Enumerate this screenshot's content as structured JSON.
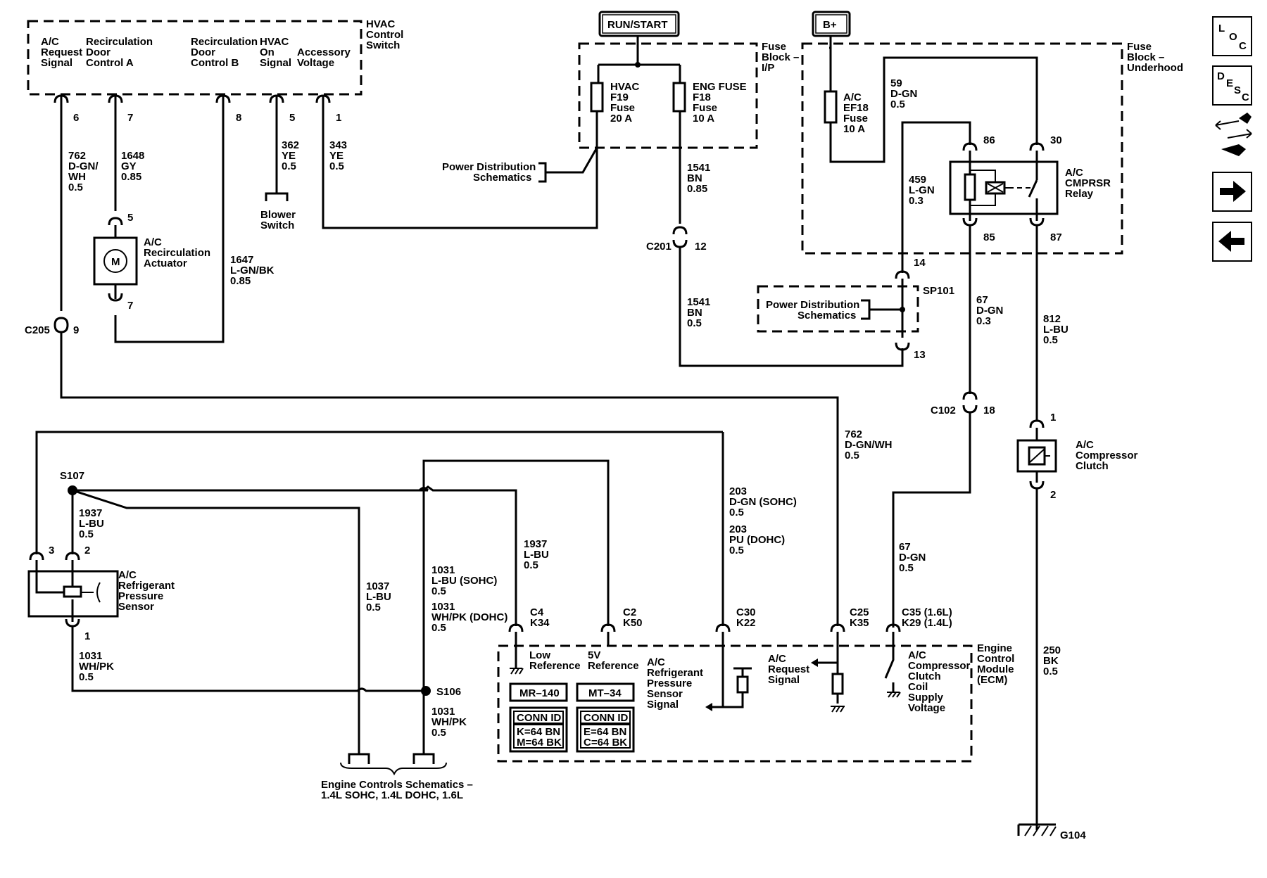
{
  "labels": {
    "run_start": "RUN/START",
    "b_plus": "B+",
    "loc_icon": [
      "L",
      "O",
      "C"
    ],
    "desc_icon": [
      "D",
      "E",
      "S",
      "C"
    ],
    "hvac_switch": [
      "HVAC",
      "Control",
      "Switch"
    ],
    "pin_ac_request": [
      "A/C",
      "Request",
      "Signal"
    ],
    "pin_recirc_a": [
      "Recirculation",
      "Door",
      "Control A"
    ],
    "pin_recirc_b": [
      "Recirculation",
      "Door",
      "Control B"
    ],
    "pin_hvac_on": [
      "HVAC",
      "On",
      "Signal"
    ],
    "pin_accessory": [
      "Accessory",
      "Voltage"
    ],
    "pin6": "6",
    "pin7": "7",
    "pin8": "8",
    "pin5": "5",
    "pin1": "1",
    "w762a": [
      "762",
      "D-GN/",
      "WH",
      "0.5"
    ],
    "w1648": [
      "1648",
      "GY",
      "0.85"
    ],
    "w362": [
      "362",
      "YE",
      "0.5"
    ],
    "w343": [
      "343",
      "YE",
      "0.5"
    ],
    "blower": [
      "Blower",
      "Switch"
    ],
    "act_pin5": "5",
    "act_pin7": "7",
    "actuator": [
      "A/C",
      "Recirculation",
      "Actuator"
    ],
    "w1647": [
      "1647",
      "L-GN/BK",
      "0.85"
    ],
    "c205": "C205",
    "c205_pin": "9",
    "fuse_ip": [
      "Fuse",
      "Block –",
      "I/P"
    ],
    "hvac_fuse": [
      "HVAC",
      "F19",
      "Fuse",
      "20 A"
    ],
    "eng_fuse": [
      "ENG FUSE",
      "F18",
      "Fuse",
      "10 A"
    ],
    "pds1": [
      "Power Distribution",
      "Schematics"
    ],
    "w1541a": [
      "1541",
      "BN",
      "0.85"
    ],
    "c201": "C201",
    "c201_pin": "12",
    "w1541b": [
      "1541",
      "BN",
      "0.5"
    ],
    "fuse_uh": [
      "Fuse",
      "Block –",
      "Underhood"
    ],
    "ef18": [
      "A/C",
      "EF18",
      "Fuse",
      "10 A"
    ],
    "w59": [
      "59",
      "D-GN",
      "0.5"
    ],
    "w459": [
      "459",
      "L-GN",
      "0.3"
    ],
    "relay": [
      "A/C",
      "CMPRSR",
      "Relay"
    ],
    "r86": "86",
    "r30": "30",
    "r85": "85",
    "r87": "87",
    "sp101_14": "14",
    "sp101": "SP101",
    "sp101_13": "13",
    "pds2": [
      "Power Distribution",
      "Schematics"
    ],
    "w67a": [
      "67",
      "D-GN",
      "0.3"
    ],
    "w812": [
      "812",
      "L-BU",
      "0.5"
    ],
    "c102": "C102",
    "c102_pin": "18",
    "clutch_pin1": "1",
    "clutch_pin2": "2",
    "clutch": [
      "A/C",
      "Compressor",
      "Clutch"
    ],
    "w250": [
      "250",
      "BK",
      "0.5"
    ],
    "g104": "G104",
    "s107": "S107",
    "w1937a": [
      "1937",
      "L-BU",
      "0.5"
    ],
    "sens_pin3": "3",
    "sens_pin2": "2",
    "sens_pin1": "1",
    "sensor": [
      "A/C",
      "Refrigerant",
      "Pressure",
      "Sensor"
    ],
    "w1031a": [
      "1031",
      "WH/PK",
      "0.5"
    ],
    "w1037": [
      "1037",
      "L-BU",
      "0.5"
    ],
    "w1031b": [
      "1031",
      "L-BU (SOHC)",
      "0.5",
      "1031",
      "WH/PK (DOHC)",
      "0.5"
    ],
    "s106": "S106",
    "w1031c": [
      "1031",
      "WH/PK",
      "0.5"
    ],
    "eng_ctrl": [
      "Engine Controls Schematics –",
      "1.4L SOHC, 1.4L DOHC, 1.6L"
    ],
    "w1937b": [
      "1937",
      "L-BU",
      "0.5"
    ],
    "w203": [
      "203",
      "D-GN (SOHC)",
      "0.5",
      "203",
      "PU (DOHC)",
      "0.5"
    ],
    "w762b": [
      "762",
      "D-GN/WH",
      "0.5"
    ],
    "w67b": [
      "67",
      "D-GN",
      "0.5"
    ],
    "c4": [
      "C4",
      "K34"
    ],
    "c2": [
      "C2",
      "K50"
    ],
    "c30": [
      "C30",
      "K22"
    ],
    "c25": [
      "C25",
      "K35"
    ],
    "c35": [
      "C35 (1.6L)",
      "K29 (1.4L)"
    ],
    "ecm": [
      "Engine",
      "Control",
      "Module",
      "(ECM)"
    ],
    "low_ref": [
      "Low",
      "Reference"
    ],
    "ref5v": [
      "5V",
      "Reference"
    ],
    "sensor_sig": [
      "A/C",
      "Refrigerant",
      "Pressure",
      "Sensor",
      "Signal"
    ],
    "ac_req_sig": [
      "A/C",
      "Request",
      "Signal"
    ],
    "clutch_supply": [
      "A/C",
      "Compressor",
      "Clutch",
      "Coil",
      "Supply",
      "Voltage"
    ],
    "mr140": "MR–140",
    "mt34": "MT–34",
    "conn_id1": [
      "CONN ID",
      "K=64 BN",
      "M=64 BK"
    ],
    "conn_id2": [
      "CONN ID",
      "E=64 BN",
      "C=64 BK"
    ]
  }
}
